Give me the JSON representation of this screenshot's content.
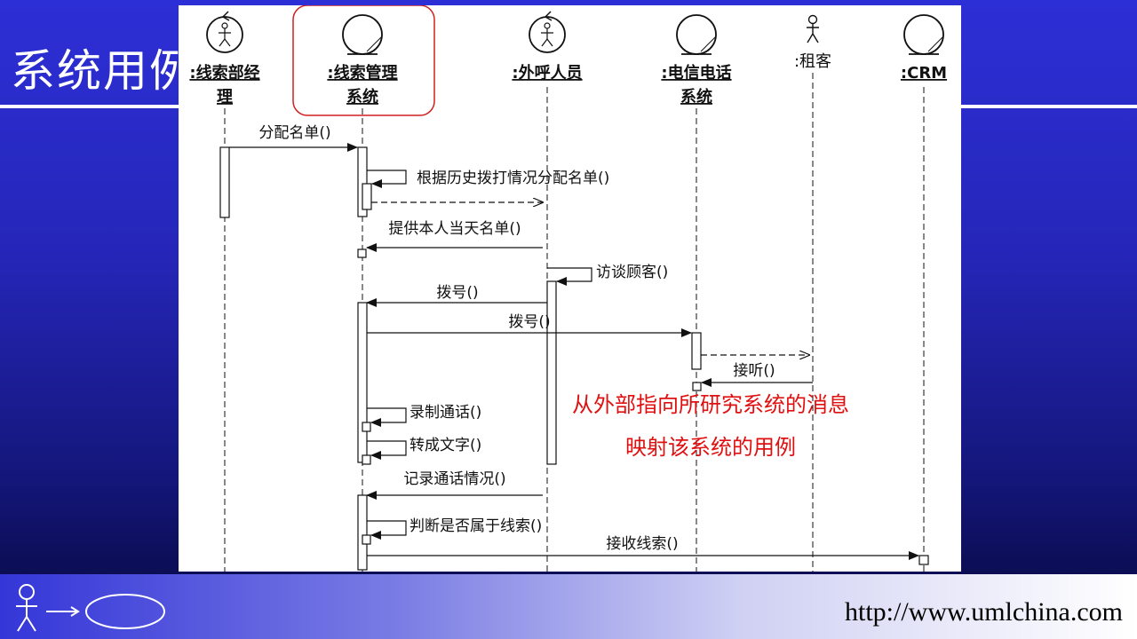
{
  "slide": {
    "title": "系统用例",
    "footer_url": "http://www.umlchina.com"
  },
  "lifelines": {
    "l1_line1": ":线索部经",
    "l1_line2": "理",
    "l2_line1": ":线索管理",
    "l2_line2": "系统",
    "l3": ":外呼人员",
    "l4_line1": ":电信电话",
    "l4_line2": "系统",
    "l5": ":租客",
    "l6": ":CRM"
  },
  "messages": {
    "m1": "分配名单()",
    "m2": "根据历史拨打情况分配名单()",
    "m3": "提供本人当天名单()",
    "m4": "访谈顾客()",
    "m5": "拨号()",
    "m6": "拨号()",
    "m7": "接听()",
    "m8": "录制通话()",
    "m9": "转成文字()",
    "m10": "记录通话情况()",
    "m11": "判断是否属于线索()",
    "m12": "接收线索()"
  },
  "notes": {
    "line1": "从外部指向所研究系统的消息",
    "line2": "映射该系统的用例"
  },
  "colors": {
    "highlight_border": "#d02020",
    "note_text": "#e01010",
    "background_top": "#2d2fd6"
  }
}
